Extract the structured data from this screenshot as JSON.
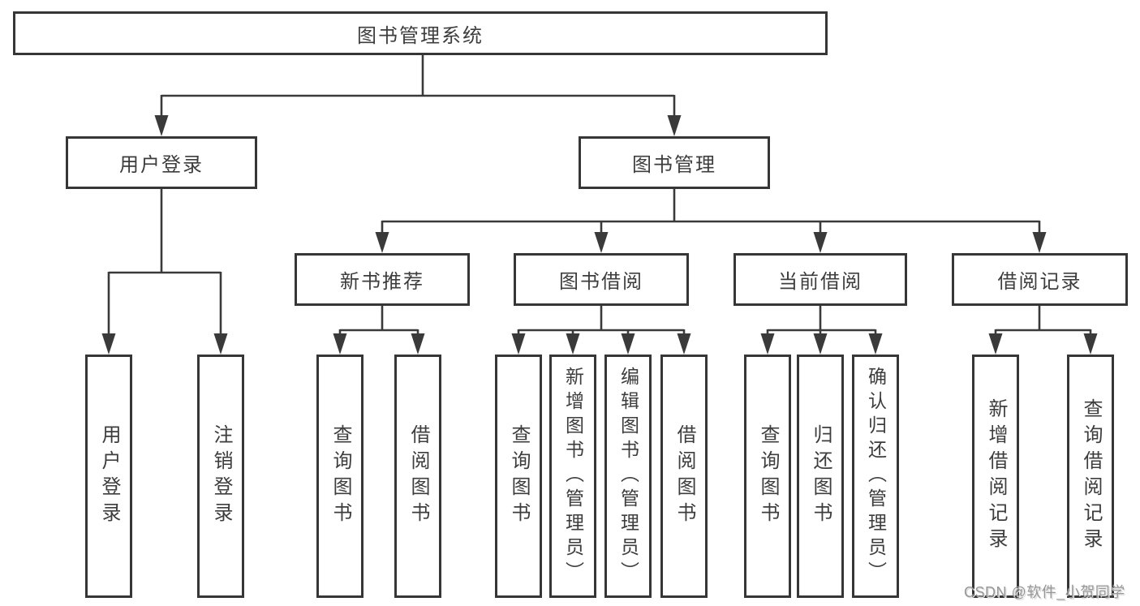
{
  "tree": {
    "label": "图书管理系统",
    "children": [
      {
        "label": "用户登录",
        "children": [
          {
            "label": "用户登录"
          },
          {
            "label": "注销登录"
          }
        ]
      },
      {
        "label": "图书管理",
        "children": [
          {
            "label": "新书推荐",
            "children": [
              {
                "label": "查询图书"
              },
              {
                "label": "借阅图书"
              }
            ]
          },
          {
            "label": "图书借阅",
            "children": [
              {
                "label": "查询图书"
              },
              {
                "label": "新增图书（管理员）"
              },
              {
                "label": "编辑图书（管理员）"
              },
              {
                "label": "借阅图书"
              }
            ]
          },
          {
            "label": "当前借阅",
            "children": [
              {
                "label": "查询图书"
              },
              {
                "label": "归还图书"
              },
              {
                "label": "确认归还（管理员）"
              }
            ]
          },
          {
            "label": "借阅记录",
            "children": [
              {
                "label": "新增借阅记录"
              },
              {
                "label": "查询借阅记录"
              }
            ]
          }
        ]
      }
    ]
  },
  "watermark": "CSDN @软件_小贺同学",
  "colors": {
    "line": "#3a3a3a",
    "box_border": "#363636",
    "text": "#3d3d3d",
    "background": "#ffffff",
    "watermark": "#979797"
  }
}
